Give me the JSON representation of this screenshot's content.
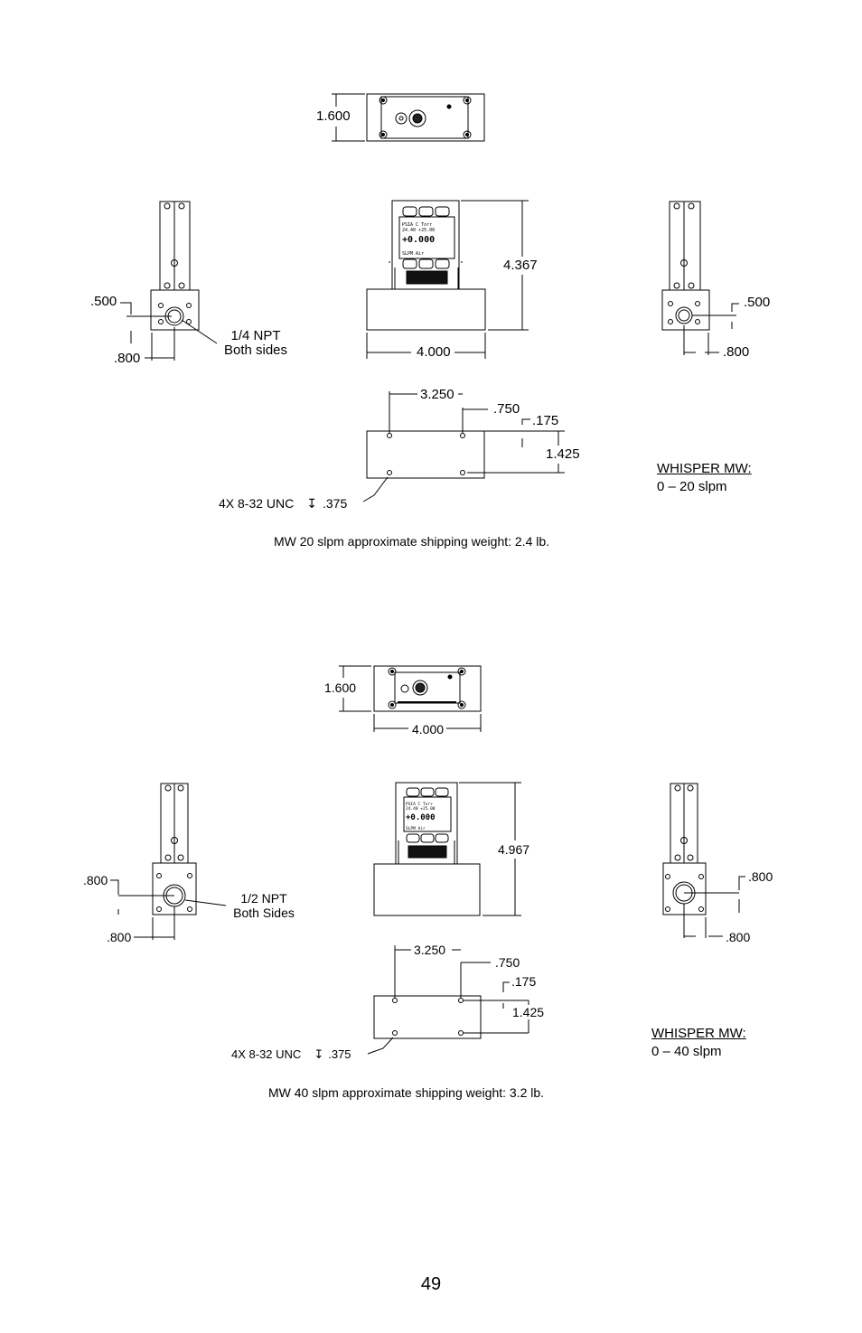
{
  "page_number": "49",
  "drawing_20": {
    "top_height": "1.600",
    "front_height": "4.367",
    "front_width": "4.000",
    "left_port_v": ".500",
    "left_port_h": ".800",
    "port_note": [
      "1/4 NPT",
      "Both sides"
    ],
    "right_port_v": ".500",
    "right_port_h": ".800",
    "bolt_span": "3.250",
    "bolt_offset": ".750",
    "bolt_edge": ".175",
    "bolt_depth": "1.425",
    "thread_note": "4X 8-32 UNC",
    "thread_depth": ".375",
    "model_title": "WHISPER MW:",
    "model_range": "0 – 20 slpm",
    "weight_note": "MW 20 slpm approximate shipping weight: 2.4 lb."
  },
  "drawing_40": {
    "top_height": "1.600",
    "top_width": "4.000",
    "front_height": "4.967",
    "left_port_v": ".800",
    "left_port_h": ".800",
    "port_note": [
      "1/2 NPT",
      "Both Sides"
    ],
    "right_port_v": ".800",
    "right_port_h": ".800",
    "bolt_span": "3.250",
    "bolt_offset": ".750",
    "bolt_edge": ".175",
    "bolt_depth": "1.425",
    "thread_note": "4X 8-32 UNC",
    "thread_depth": ".375",
    "model_title": "WHISPER MW:",
    "model_range": "0 – 40 slpm",
    "weight_note": "MW 40 slpm approximate shipping weight: 3.2 lb."
  },
  "display_reading": "+0.000"
}
